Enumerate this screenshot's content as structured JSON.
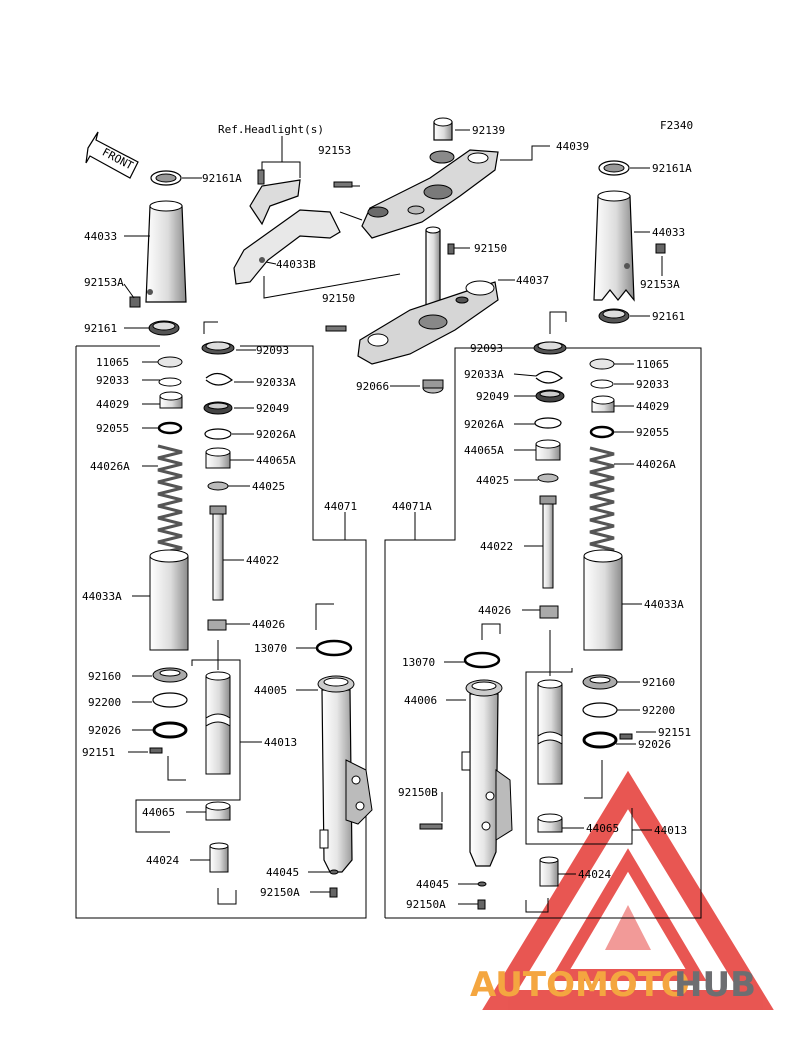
{
  "figure_code": "F2340",
  "ref_note": "Ref.Headlight(s)",
  "front_label": "FRONT",
  "watermark": {
    "part1": "AUTOMOTO",
    "part2": "HUB",
    "color1": "#f4a640",
    "color2": "#6d6e71",
    "logo_color": "#e53935"
  },
  "colors": {
    "ink": "#000000",
    "shade": "#9a9a9a",
    "light": "#d8d8d8"
  },
  "labels": {
    "l_92139": "92139",
    "l_44039": "44039",
    "l_92153": "92153",
    "l_92161A_l": "92161A",
    "l_44033_l": "44033",
    "l_44033B": "44033B",
    "l_92153A_l": "92153A",
    "l_92161_l": "92161",
    "l_92150_t": "92150",
    "l_44037": "44037",
    "l_92150_m": "92150",
    "l_92066": "92066",
    "l_92161A_r": "92161A",
    "l_44033_r": "44033",
    "l_92153A_r": "92153A",
    "l_92161_r": "92161",
    "l_11065_l": "11065",
    "l_92093_l": "92093",
    "l_92033_l": "92033",
    "l_92033A_l": "92033A",
    "l_44029_l": "44029",
    "l_92049_l": "92049",
    "l_92055_l": "92055",
    "l_92026A_l": "92026A",
    "l_44026A_l": "44026A",
    "l_44065A_l": "44065A",
    "l_44025_l": "44025",
    "l_44071": "44071",
    "l_44071A": "44071A",
    "l_44022_l": "44022",
    "l_44033A_l": "44033A",
    "l_44026_l": "44026",
    "l_13070_l": "13070",
    "l_92160_l": "92160",
    "l_44005": "44005",
    "l_92200_l": "92200",
    "l_92026_l": "92026",
    "l_44013_l": "44013",
    "l_92151_l": "92151",
    "l_44065_l": "44065",
    "l_44024_l": "44024",
    "l_44045_l": "44045",
    "l_92150A_l": "92150A",
    "l_92093_r": "92093",
    "l_11065_r": "11065",
    "l_92033A_r": "92033A",
    "l_92033_r": "92033",
    "l_92049_r": "92049",
    "l_44029_r": "44029",
    "l_92026A_r": "92026A",
    "l_92055_r": "92055",
    "l_44065A_r": "44065A",
    "l_44026A_r": "44026A",
    "l_44025_r": "44025",
    "l_44022_r": "44022",
    "l_44033A_r": "44033A",
    "l_44026_r": "44026",
    "l_13070_r": "13070",
    "l_92160_r": "92160",
    "l_44006": "44006",
    "l_92200_r": "92200",
    "l_92151_r": "92151",
    "l_92026_r": "92026",
    "l_92150B": "92150B",
    "l_44065_r": "44065",
    "l_44013_r": "44013",
    "l_44045_r": "44045",
    "l_44024_r": "44024",
    "l_92150A_r": "92150A"
  }
}
